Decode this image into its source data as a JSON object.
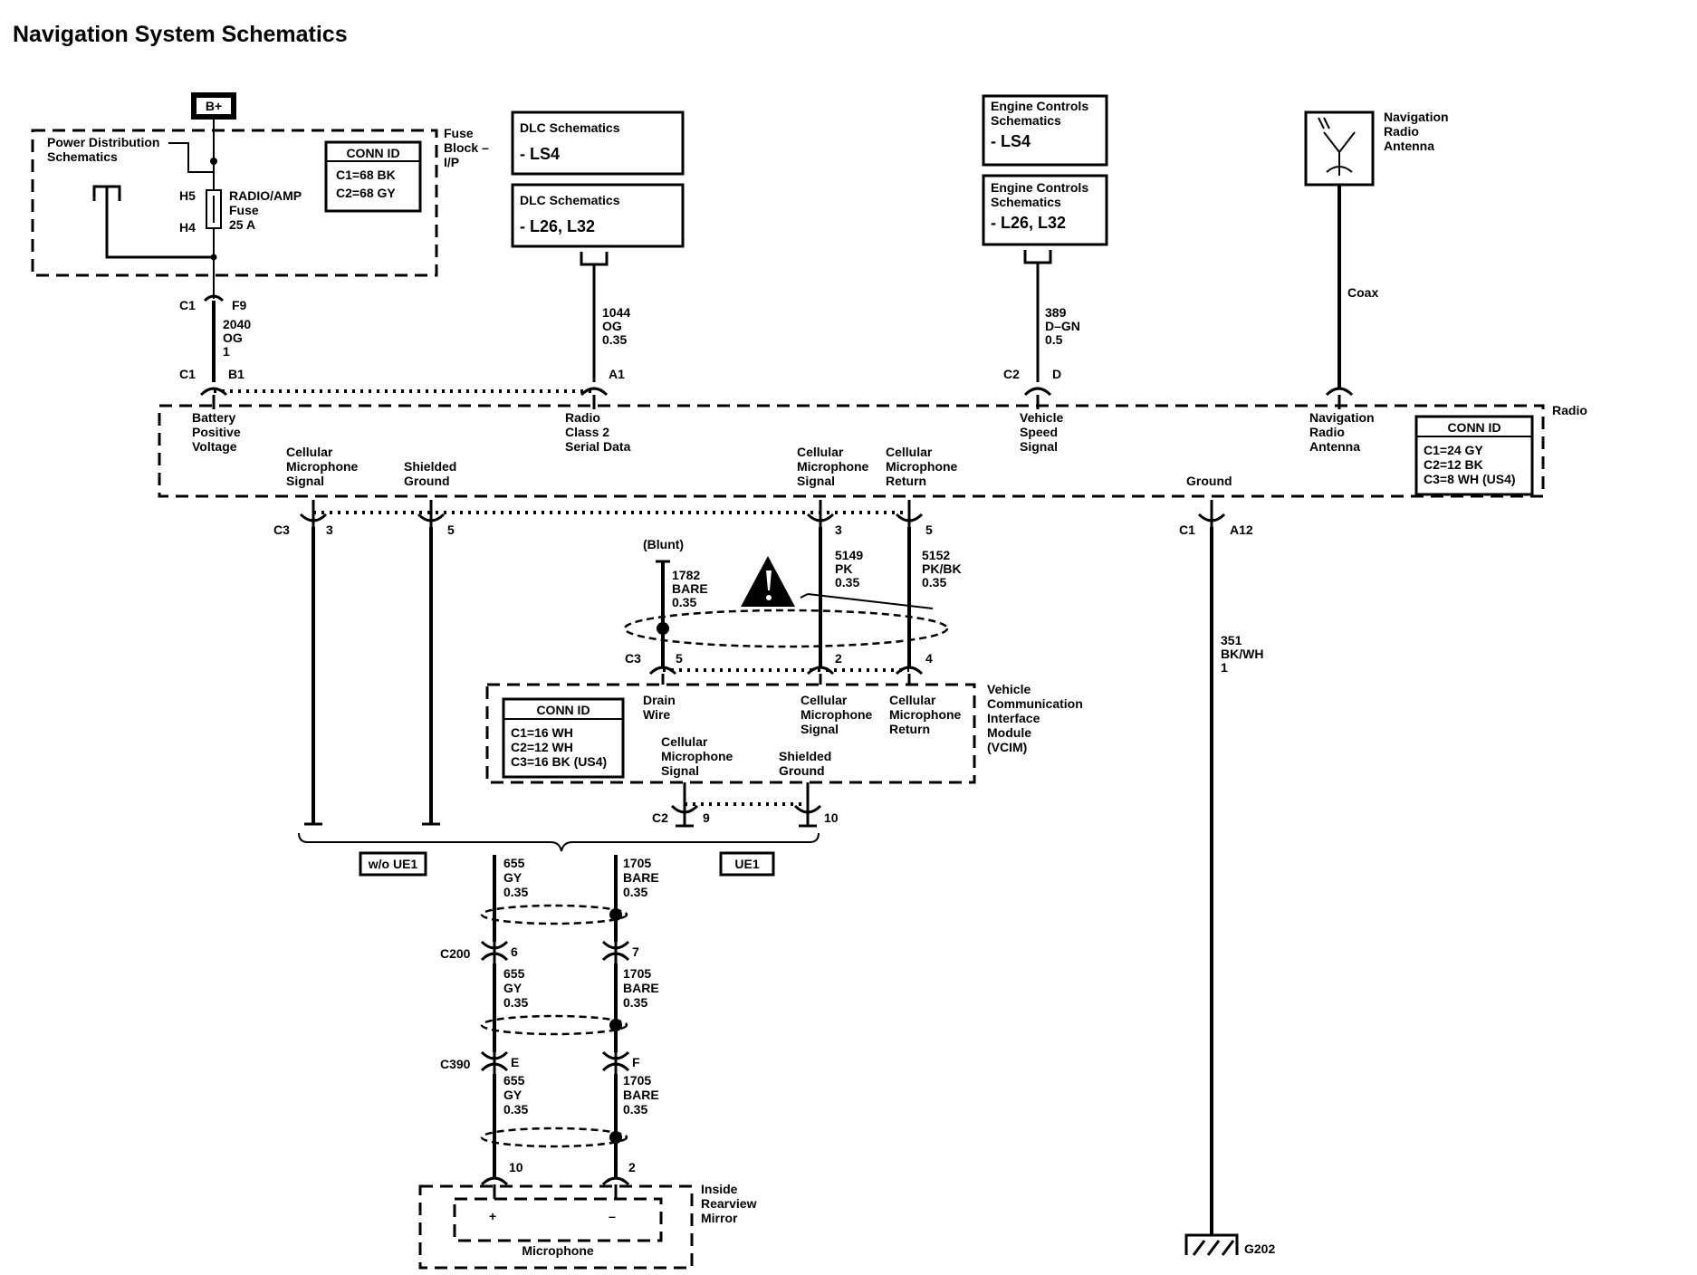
{
  "title": "Navigation System Schematics",
  "power": {
    "label": "B+"
  },
  "fuse_block": {
    "label": [
      "Fuse",
      "Block –",
      "I/P"
    ],
    "power_distribution": [
      "Power Distribution",
      "Schematics"
    ],
    "h5": "H5",
    "h4": "H4",
    "fuse_name": [
      "RADIO/AMP",
      "Fuse",
      "25 A"
    ],
    "conn_title": "CONN ID",
    "conn_lines": [
      "C1=68 BK",
      "C2=68 GY"
    ]
  },
  "dlc": {
    "ls4": [
      "DLC Schematics",
      "- LS4"
    ],
    "l26": [
      "DLC Schematics",
      "- L26, L32"
    ]
  },
  "engine": {
    "ls4": [
      "Engine Controls",
      "Schematics",
      "- LS4"
    ],
    "l26": [
      "Engine Controls",
      "Schematics",
      "- L26, L32"
    ]
  },
  "antenna": {
    "label": [
      "Navigation",
      "Radio",
      "Antenna"
    ],
    "coax": "Coax"
  },
  "wires": {
    "w2040": [
      "2040",
      "OG",
      "1"
    ],
    "w1044": [
      "1044",
      "OG",
      "0.35"
    ],
    "w389": [
      "389",
      "D–GN",
      "0.5"
    ],
    "w5149": [
      "5149",
      "PK",
      "0.35"
    ],
    "w5152": [
      "5152",
      "PK/BK",
      "0.35"
    ],
    "w1782": [
      "1782",
      "BARE",
      "0.35"
    ],
    "w351": [
      "351",
      "BK/WH",
      "1"
    ],
    "w655": [
      "655",
      "GY",
      "0.35"
    ],
    "w1705": [
      "1705",
      "BARE",
      "0.35"
    ],
    "blunt": "(Blunt)"
  },
  "pins": {
    "c1": "C1",
    "f9": "F9",
    "b1": "B1",
    "a1": "A1",
    "c2": "C2",
    "d": "D",
    "c3": "C3",
    "p3": "3",
    "p5": "5",
    "a12": "A12",
    "p2": "2",
    "p4": "4",
    "p9": "9",
    "p10": "10",
    "c200": "C200",
    "p6": "6",
    "p7": "7",
    "c390": "C390",
    "pe": "E",
    "pf": "F"
  },
  "radio": {
    "label": "Radio",
    "battery": [
      "Battery",
      "Positive",
      "Voltage"
    ],
    "serial": [
      "Radio",
      "Class 2",
      "Serial Data"
    ],
    "speed": [
      "Vehicle",
      "Speed",
      "Signal"
    ],
    "nav_antenna": [
      "Navigation",
      "Radio",
      "Antenna"
    ],
    "cell_sig": [
      "Cellular",
      "Microphone",
      "Signal"
    ],
    "shield_gnd": [
      "Shielded",
      "Ground"
    ],
    "cell_ret": [
      "Cellular",
      "Microphone",
      "Return"
    ],
    "ground": "Ground",
    "conn_title": "CONN ID",
    "conn_lines": [
      "C1=24 GY",
      "C2=12 BK",
      "C3=8 WH (US4)"
    ]
  },
  "vcim": {
    "label": [
      "Vehicle",
      "Communication",
      "Interface",
      "Module",
      "(VCIM)"
    ],
    "drain": [
      "Drain",
      "Wire"
    ],
    "cell_sig": [
      "Cellular",
      "Microphone",
      "Signal"
    ],
    "cell_ret": [
      "Cellular",
      "Microphone",
      "Return"
    ],
    "shield_gnd": [
      "Shielded",
      "Ground"
    ],
    "conn_title": "CONN ID",
    "conn_lines": [
      "C1=16 WH",
      "C2=12 WH",
      "C3=16 BK (US4)"
    ]
  },
  "options": {
    "without": "w/o UE1",
    "with": "UE1"
  },
  "mirror": {
    "label": [
      "Inside",
      "Rearview",
      "Mirror"
    ],
    "plus": "+",
    "minus": "–",
    "mic": "Microphone"
  },
  "ground_id": "G202"
}
